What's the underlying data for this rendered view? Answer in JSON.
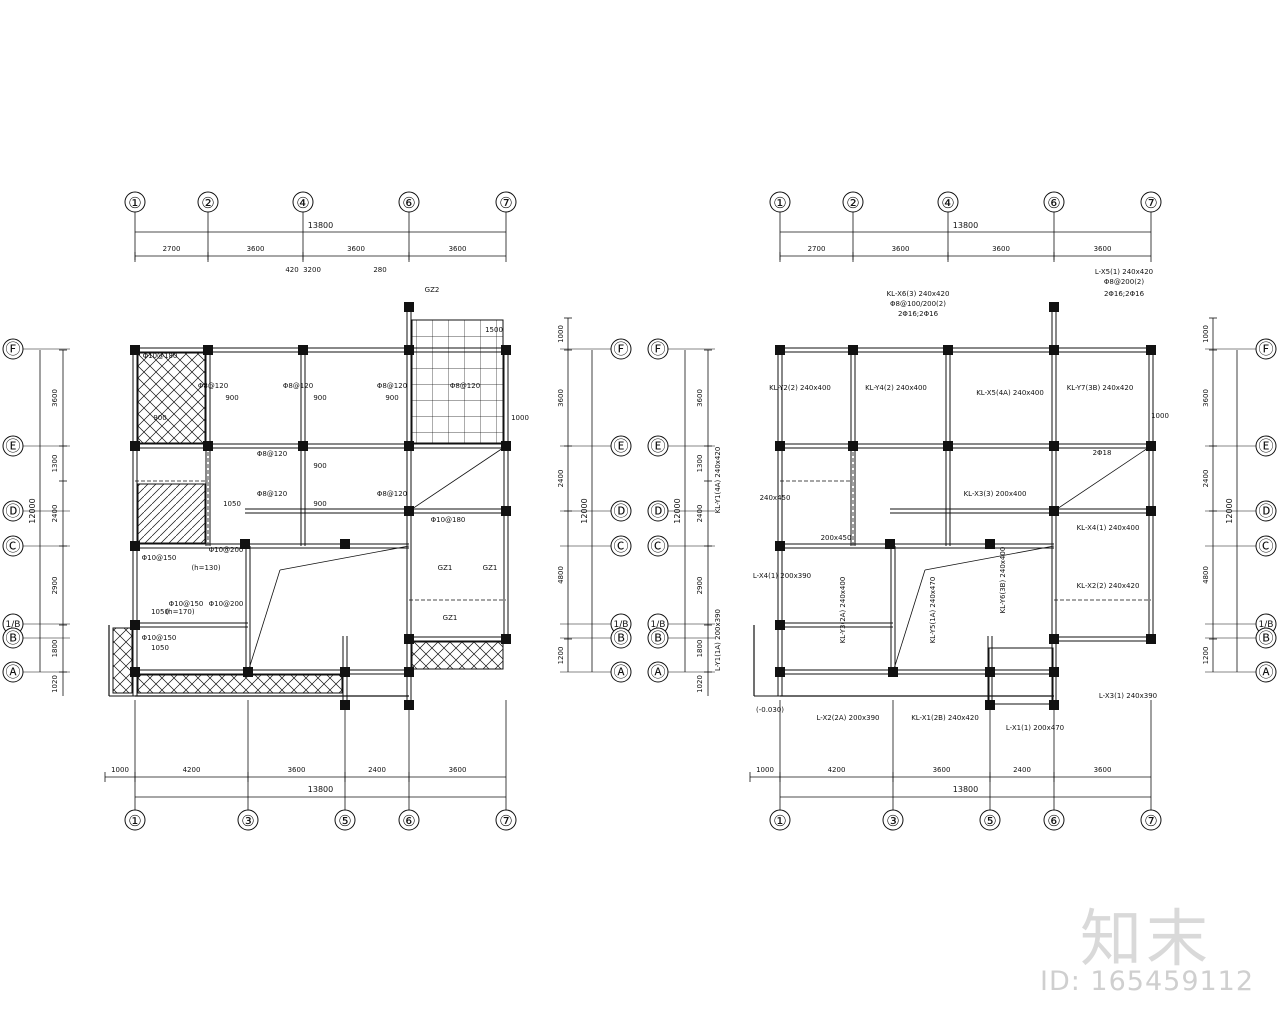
{
  "plans": [
    {
      "id": "left",
      "top_axes": [
        "①",
        "②",
        "④",
        "⑥",
        "⑦"
      ],
      "bottom_axes": [
        "①",
        "③",
        "⑤",
        "⑥",
        "⑦"
      ],
      "row_axes": [
        "Ⓕ",
        "Ⓔ",
        "Ⓓ",
        "Ⓒ",
        "1/B",
        "Ⓑ",
        "Ⓐ"
      ],
      "top_dims": [
        "2700",
        "3600",
        "3600",
        "3600"
      ],
      "top_total": "13800",
      "bottom_dims": [
        "1000",
        "4200",
        "3600",
        "2400",
        "3600"
      ],
      "bottom_total": "13800",
      "left_dims": [
        "3600",
        "1300",
        "2400",
        "2900",
        "1800",
        "1020"
      ],
      "left_total": "12000",
      "right_dims": [
        "1000",
        "3600",
        "2400",
        "4800",
        "1200"
      ],
      "right_total": "12000",
      "notes": [
        "Φ8@120",
        "Φ8@120",
        "Φ8@120",
        "Φ8@120",
        "Φ8@120",
        "Φ8@120",
        "Φ8@120",
        "Φ10@150",
        "Φ10@150",
        "Φ10@200",
        "Φ10@200",
        "Φ10@150",
        "Φ10@180",
        "Φ10@180",
        "900",
        "900",
        "900",
        "900",
        "900",
        "900",
        "1050",
        "1050",
        "1050",
        "(h=130)",
        "(h=170)",
        "GZ1",
        "GZ1",
        "GZ1",
        "GZ2",
        "3200",
        "420",
        "280",
        "1000",
        "1500"
      ]
    },
    {
      "id": "right",
      "top_axes": [
        "①",
        "②",
        "④",
        "⑥",
        "⑦"
      ],
      "bottom_axes": [
        "①",
        "③",
        "⑤",
        "⑥",
        "⑦"
      ],
      "row_axes": [
        "Ⓕ",
        "Ⓔ",
        "Ⓓ",
        "Ⓒ",
        "1/B",
        "Ⓑ",
        "Ⓐ"
      ],
      "top_dims": [
        "2700",
        "3600",
        "3600",
        "3600"
      ],
      "top_total": "13800",
      "bottom_dims": [
        "1000",
        "4200",
        "3600",
        "2400",
        "3600"
      ],
      "bottom_total": "13800",
      "left_dims": [
        "3600",
        "1300",
        "2400",
        "2900",
        "1800",
        "1020"
      ],
      "left_total": "12000",
      "right_dims": [
        "1000",
        "3600",
        "2400",
        "4800",
        "1200"
      ],
      "right_total": "12000",
      "notes": [
        "KL-X6(3) 240x420",
        "Φ8@100/200(2)",
        "2Φ16;2Φ16",
        "L-X5(1) 240x420",
        "Φ8@200(2)",
        "2Φ16;2Φ16",
        "KL-Y2(2) 240x400",
        "KL-Y4(2) 240x400",
        "KL-X5(4A) 240x400",
        "KL-Y7(3B) 240x420",
        "KL-Y1(4A) 240x420",
        "KL-X3(3) 200x400",
        "KL-X4(1) 240x400",
        "KL-X2(2) 240x420",
        "L-X4(1) 200x390",
        "KL-Y3(2A) 240x400",
        "KL-Y5(1A) 240x470",
        "KL-Y6(3B) 240x400",
        "L-Y1(1A) 200x390",
        "L-X2(2A) 200x390",
        "KL-X1(2B) 240x420",
        "L-X1(1) 200x470",
        "L-X3(1) 240x390",
        "(-0.030)",
        "200x450",
        "240x450",
        "2Φ18",
        "1000"
      ]
    }
  ],
  "watermark": {
    "logo": "知末",
    "id": "ID: 165459112"
  }
}
